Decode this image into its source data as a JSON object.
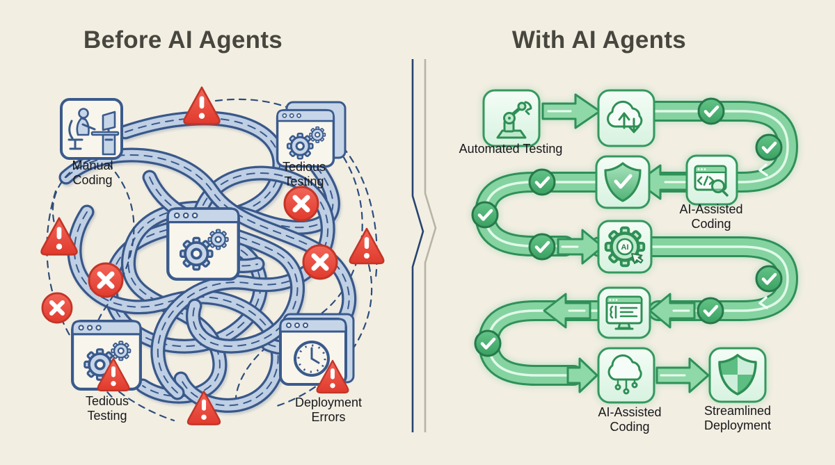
{
  "page": {
    "background_color": "#f2eee2",
    "description": "Infographic comparing chaotic manual dev workflow vs streamlined AI-agent workflow"
  },
  "left_panel": {
    "title": "Before AI Agents",
    "labels": {
      "manual_coding": "Manual Coding",
      "tedious_testing_top": "Tedious Testing",
      "tedious_testing_bottom": "Tedious Testing",
      "deployment_errors": "Deployment Errors"
    },
    "icons": [
      "person-at-desk-icon",
      "browser-gears-icon",
      "browser-gears-icon",
      "browser-gears-icon",
      "browser-clock-icon",
      "warning-triangle-icon",
      "error-cross-icon"
    ],
    "marker_counts": {
      "warning_triangles": 6,
      "error_crosses": 4
    },
    "colors": {
      "rope_fill": "#bfcfe4",
      "rope_outline": "#39588a",
      "error_red": "#e8463a"
    }
  },
  "divider": {
    "style": "double vertical line with right-pointing chevron kink",
    "navy": "#27456f",
    "gray": "#b7b3a6"
  },
  "right_panel": {
    "title": "With AI Agents",
    "labels": {
      "automated_testing": "Automated Testing",
      "ai_assisted_coding_top": "AI-Assisted Coding",
      "ai_assisted_coding_bottom": "AI-Assisted Coding",
      "streamlined_deployment": "Streamlined Deployment"
    },
    "ai_gear_text": "AI",
    "flow_order": [
      "robot-arm-icon",
      "cloud-sync-icon",
      "shield-check-icon",
      "code-search-icon",
      "ai-gear-icon",
      "code-monitor-icon",
      "cloud-network-icon",
      "shield-quartered-icon"
    ],
    "checkmark_count": 8,
    "colors": {
      "path_fill": "#85d3a0",
      "path_outline": "#2f9058",
      "check_fill": "#46b274",
      "box_fill": "#e9f9ee",
      "box_border": "#35985e"
    }
  },
  "text": {
    "title_color": "#47463f",
    "label_color": "#17171a"
  }
}
